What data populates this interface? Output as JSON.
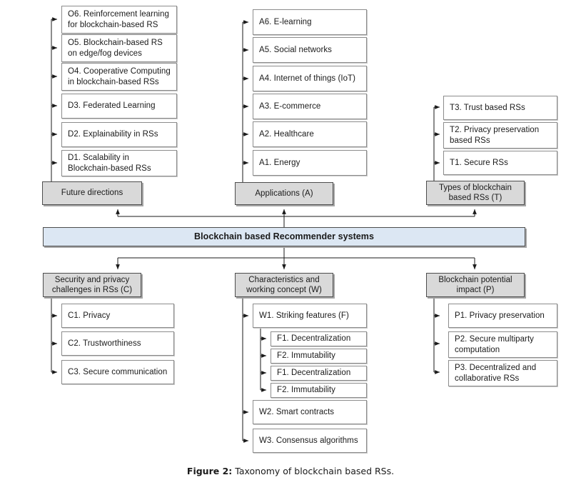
{
  "figure": {
    "caption_label": "Figure 2:",
    "caption_text": "Taxonomy of blockchain based RSs.",
    "root_label": "Blockchain based Recommender systems"
  },
  "colors": {
    "root_fill": "#dce7f3",
    "category_fill": "#d9d9d9",
    "leaf_fill": "#ffffff",
    "leaf_border": "#8c8c8c",
    "category_border": "#4d4d4d",
    "connector": "#1a1a1a",
    "page_background": "#ffffff"
  },
  "branches": {
    "future_directions": {
      "label": "Future directions",
      "items": [
        {
          "id": "O6",
          "label": "O6. Reinforcement learning for blockchain-based RS"
        },
        {
          "id": "O5",
          "label": "O5. Blockchain-based RS on edge/fog devices"
        },
        {
          "id": "O4",
          "label": "O4. Cooperative Computing in blockchain-based RSs"
        },
        {
          "id": "D3",
          "label": "D3. Federated Learning"
        },
        {
          "id": "D2",
          "label": "D2. Explainability in RSs"
        },
        {
          "id": "D1",
          "label": "D1. Scalability in Blockchain-based RSs"
        }
      ]
    },
    "applications": {
      "label": "Applications (A)",
      "items": [
        {
          "id": "A6",
          "label": "A6. E-learning"
        },
        {
          "id": "A5",
          "label": "A5. Social networks"
        },
        {
          "id": "A4",
          "label": "A4. Internet of things (IoT)"
        },
        {
          "id": "A3",
          "label": "A3. E-commerce"
        },
        {
          "id": "A2",
          "label": "A2. Healthcare"
        },
        {
          "id": "A1",
          "label": "A1. Energy"
        }
      ]
    },
    "types": {
      "label": "Types of blockchain based RSs (T)",
      "items": [
        {
          "id": "T3",
          "label": "T3. Trust based RSs"
        },
        {
          "id": "T2",
          "label": "T2. Privacy preservation based RSs"
        },
        {
          "id": "T1",
          "label": "T1. Secure RSs"
        }
      ]
    },
    "security_privacy": {
      "label": "Security and privacy challenges in RSs (C)",
      "items": [
        {
          "id": "C1",
          "label": "C1. Privacy"
        },
        {
          "id": "C2",
          "label": "C2. Trustworthiness"
        },
        {
          "id": "C3",
          "label": "C3. Secure communication"
        }
      ]
    },
    "characteristics": {
      "label": "Characteristics and working concept (W)",
      "items": [
        {
          "id": "W1",
          "label": "W1. Striking features (F)"
        },
        {
          "id": "W2",
          "label": "W2. Smart contracts"
        },
        {
          "id": "W3",
          "label": "W3. Consensus algorithms"
        }
      ],
      "features": [
        {
          "id": "F1a",
          "label": "F1. Decentralization"
        },
        {
          "id": "F2a",
          "label": "F2. Immutability"
        },
        {
          "id": "F1b",
          "label": "F1. Decentralization"
        },
        {
          "id": "F2b",
          "label": "F2. Immutability"
        }
      ]
    },
    "potential_impact": {
      "label": "Blockchain potential impact (P)",
      "items": [
        {
          "id": "P1",
          "label": "P1. Privacy preservation"
        },
        {
          "id": "P2",
          "label": "P2. Secure multiparty computation"
        },
        {
          "id": "P3",
          "label": "P3. Decentralized and collaborative RSs"
        }
      ]
    }
  }
}
